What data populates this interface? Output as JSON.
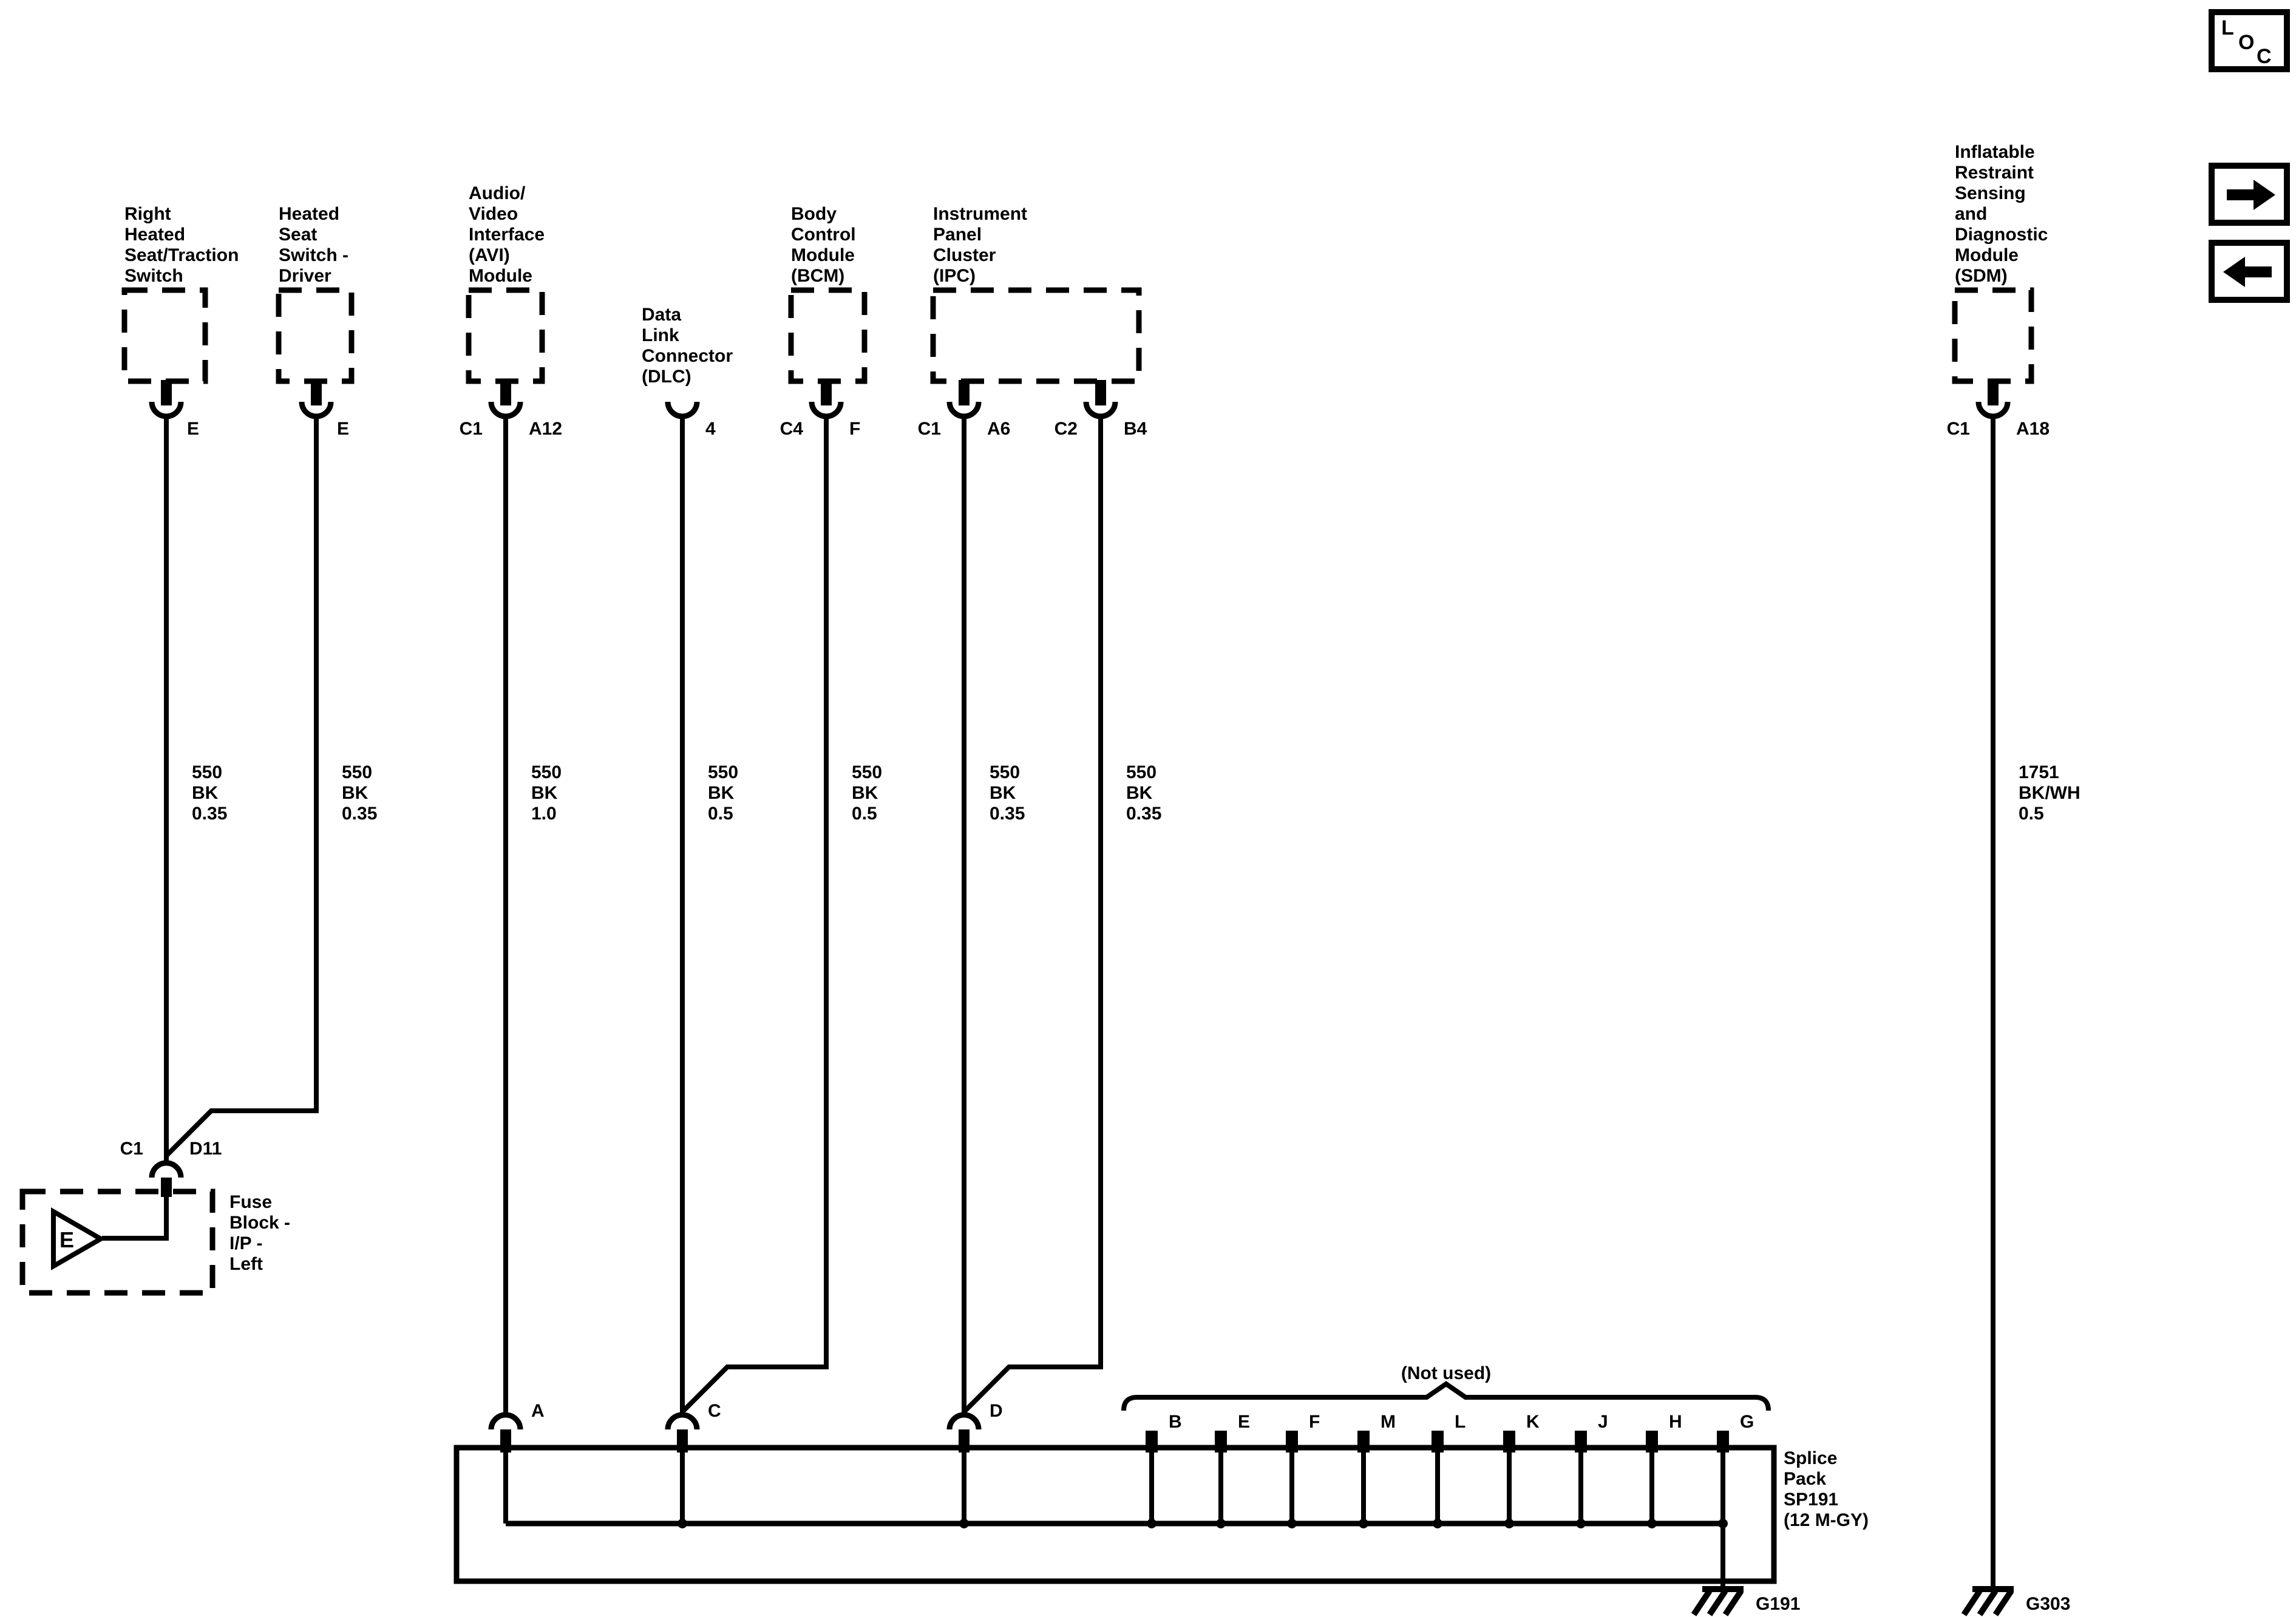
{
  "colors": {
    "ink": "#000000",
    "paper": "#ffffff"
  },
  "toolbar": {
    "loc_button": {
      "letters": [
        "L",
        "O",
        "C"
      ]
    },
    "forward_button": {
      "icon": "right-arrow-icon"
    },
    "back_button": {
      "icon": "left-arrow-icon"
    }
  },
  "components": {
    "right_heated_seat_switch": {
      "name_lines": [
        "Right",
        "Heated",
        "Seat/Traction",
        "Switch"
      ],
      "pin": "E"
    },
    "heated_seat_switch_driver": {
      "name_lines": [
        "Heated",
        "Seat",
        "Switch -",
        "Driver"
      ],
      "pin": "E"
    },
    "avi_module": {
      "name_lines": [
        "Audio/",
        "Video",
        "Interface",
        "(AVI)",
        "Module"
      ],
      "connector": "C1",
      "pin": "A12"
    },
    "dlc": {
      "name_lines": [
        "Data",
        "Link",
        "Connector",
        "(DLC)"
      ],
      "pin": "4"
    },
    "bcm": {
      "name_lines": [
        "Body",
        "Control",
        "Module",
        "(BCM)"
      ],
      "connector": "C4",
      "pin": "F"
    },
    "ipc": {
      "name_lines": [
        "Instrument",
        "Panel",
        "Cluster",
        "(IPC)"
      ],
      "connector1": "C1",
      "pin1": "A6",
      "connector2": "C2",
      "pin2": "B4"
    },
    "sdm": {
      "name_lines": [
        "Inflatable",
        "Restraint",
        "Sensing",
        "and",
        "Diagnostic",
        "Module",
        "(SDM)"
      ],
      "connector": "C1",
      "pin": "A18"
    }
  },
  "wires": {
    "w1": {
      "circuit": "550",
      "color": "BK",
      "size": "0.35"
    },
    "w2": {
      "circuit": "550",
      "color": "BK",
      "size": "0.35"
    },
    "w3": {
      "circuit": "550",
      "color": "BK",
      "size": "1.0"
    },
    "w4": {
      "circuit": "550",
      "color": "BK",
      "size": "0.5"
    },
    "w5": {
      "circuit": "550",
      "color": "BK",
      "size": "0.5"
    },
    "w6": {
      "circuit": "550",
      "color": "BK",
      "size": "0.35"
    },
    "w7": {
      "circuit": "550",
      "color": "BK",
      "size": "0.35"
    },
    "w8": {
      "circuit": "1751",
      "color": "BK/WH",
      "size": "0.5"
    }
  },
  "fuse_block": {
    "connector": "C1",
    "pin": "D11",
    "label_lines": [
      "Fuse",
      "Block -",
      "I/P -",
      "Left"
    ],
    "symbol_letter": "E"
  },
  "splice_pack": {
    "label_lines": [
      "Splice",
      "Pack",
      "SP191",
      "(12 M-GY)"
    ],
    "not_used_note": "(Not used)",
    "used_cavities": [
      "A",
      "C",
      "D"
    ],
    "unused_cavities": [
      "B",
      "E",
      "F",
      "M",
      "L",
      "K",
      "J",
      "H",
      "G"
    ]
  },
  "grounds": {
    "g191": "G191",
    "g303": "G303"
  }
}
